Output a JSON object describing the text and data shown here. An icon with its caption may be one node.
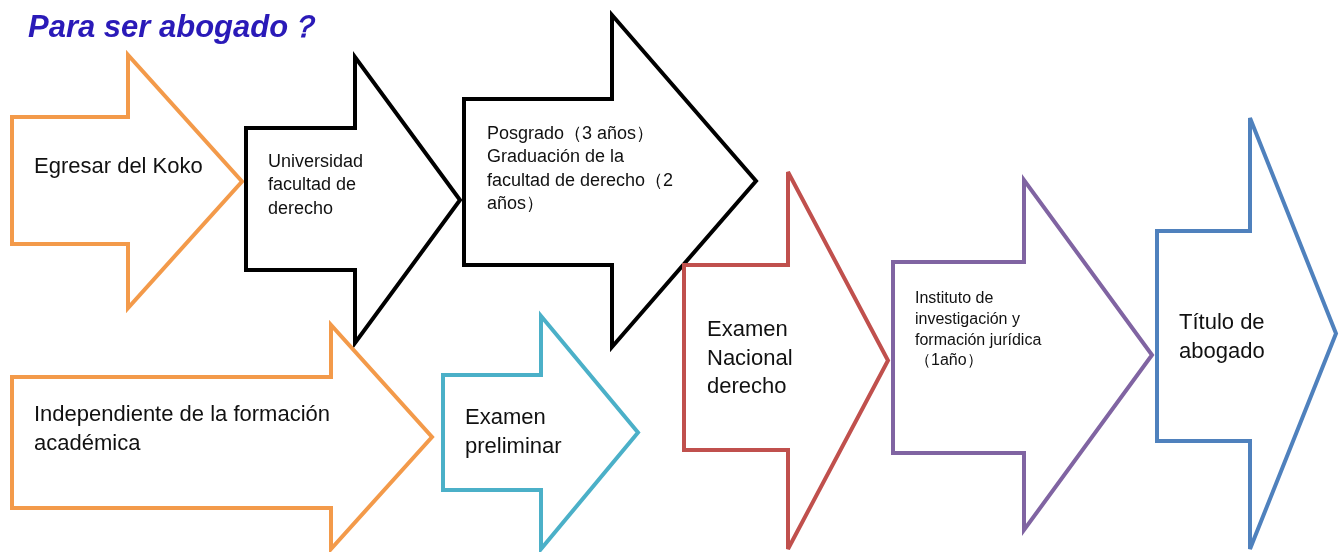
{
  "diagram": {
    "title": "Para ser abogado？",
    "nodes": [
      {
        "text": [
          "Egresar del Koko"
        ]
      },
      {
        "text": [
          "Universidad facultad de derecho"
        ]
      },
      {
        "text": [
          "Posgrado（3 años） Graduación de la facultad de derecho（2 años）"
        ]
      },
      {
        "text": [
          "Independiente de la formación académica"
        ]
      },
      {
        "text": [
          "Examen preliminar"
        ]
      },
      {
        "text": [
          "Examen Nacional derecho"
        ]
      },
      {
        "text": [
          "Instituto de investigación y formación jurídica（1año）"
        ]
      },
      {
        "text": [
          "Título de abogado"
        ]
      }
    ]
  }
}
